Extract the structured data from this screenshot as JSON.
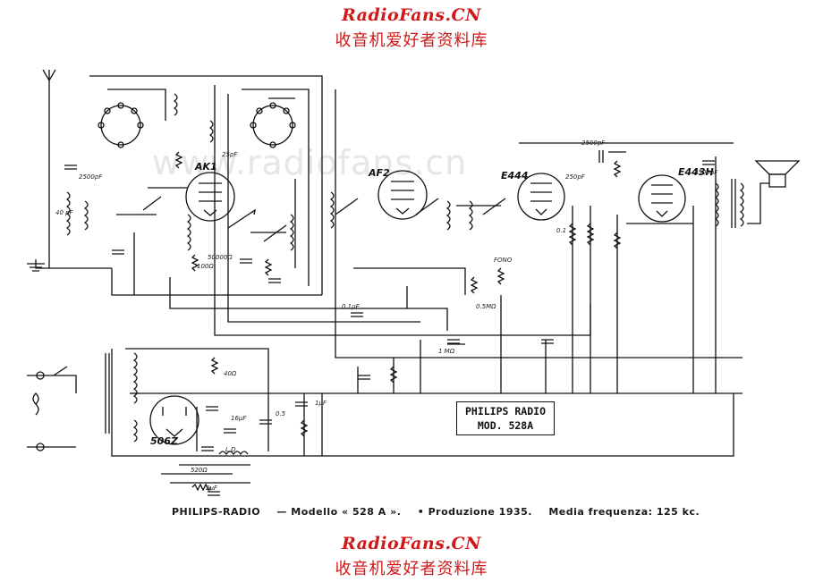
{
  "header": {
    "site": "RadioFans.CN",
    "subtitle": "收音机爱好者资料库"
  },
  "footer": {
    "site": "RadioFans.CN",
    "subtitle": "收音机爱好者资料库"
  },
  "watermark": "www.radiofans.cn",
  "caption": {
    "brand": "PHILIPS-RADIO",
    "model": "— Modello « 528 A ».",
    "year": "• Produzione 1935.",
    "if_label": "Media frequenza: 125 kc."
  },
  "model_box": {
    "line1": "PHILIPS RADIO",
    "line2": "MOD. 528A"
  },
  "tubes": {
    "ak1": "AK1",
    "af2": "AF2",
    "e444": "E444",
    "e443h": "E443H",
    "rect": "506Z"
  },
  "component_labels": {
    "l1": "40 pF",
    "l2": "2500pF",
    "l3": "25pF",
    "l4": "50000Ω",
    "l5": "0.1μF",
    "l6": "1 MΩ",
    "l7": "2500pF",
    "l8": "FONO",
    "l9": "250pF",
    "l10": "0.1",
    "l11": "2500pF",
    "l12": "16μF",
    "l13": "0.5",
    "l14": "1μF",
    "l15": "L.D.",
    "l16": "520Ω",
    "l17": "2μF",
    "l18": "100Ω",
    "l19": "40Ω",
    "l20": "0.5MΩ"
  }
}
